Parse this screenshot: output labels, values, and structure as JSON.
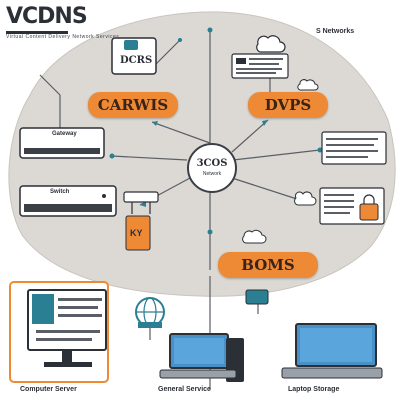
{
  "header": {
    "title": "VCDNS",
    "subtitle": "Virtual Content Delivery Network Services",
    "top_right_label": "S Networks"
  },
  "diagram": {
    "hub": {
      "title": "3COS",
      "subtitle": "Network"
    },
    "nodes": {
      "top_box_label": "DCRS",
      "pill_left": "CARWIS",
      "pill_right": "DVPS",
      "pill_bottom": "BOMS",
      "bottom_box_label": "KY",
      "server_top_label": "Gateway",
      "server_bottom_label": "Switch"
    },
    "icons": [
      "database-icon",
      "cloud-icon",
      "document-icon",
      "server-icon",
      "router-icon",
      "globe-icon",
      "lock-icon",
      "desktop-monitor-icon",
      "laptop-icon"
    ]
  },
  "bottom": {
    "caption_left": "Computer Server",
    "caption_middle": "General Service",
    "caption_right": "Laptop Storage"
  },
  "colors": {
    "accent_orange": "#ee8a36",
    "hub_teal": "#2a7f92",
    "blob_gray": "#dcd9d4",
    "frame_gray": "#2b2f36"
  }
}
